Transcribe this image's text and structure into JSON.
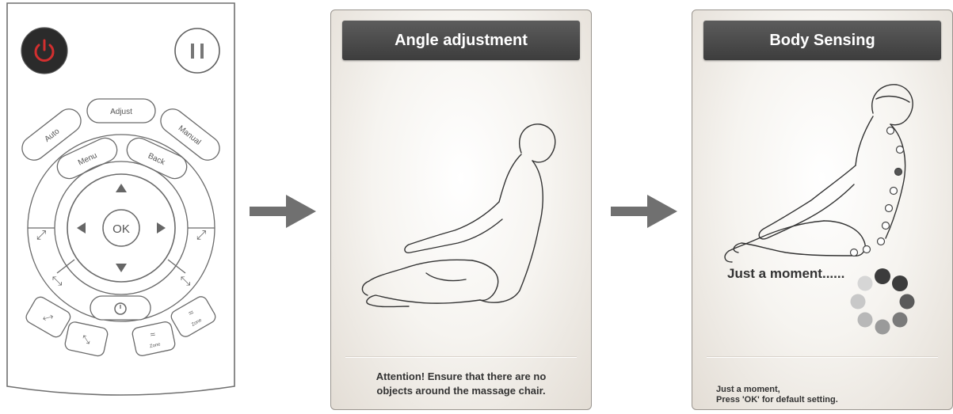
{
  "remote": {
    "power_icon": "power-icon",
    "pause_icon": "pause-icon",
    "buttons": {
      "adjust": "Adjust",
      "auto": "Auto",
      "manual": "Manual",
      "menu": "Menu",
      "back": "Back",
      "ok": "OK",
      "zone_left": "Zone",
      "zone_right": "Zone"
    },
    "colors": {
      "power": "#d32f2f",
      "power_bg": "#2b2b2b"
    }
  },
  "panel_angle": {
    "title": "Angle adjustment",
    "attention": "Attention! Ensure that there are no\nobjects around the massage chair."
  },
  "panel_sensing": {
    "title": "Body Sensing",
    "moment": "Just a moment......",
    "note": "Just a moment,\nPress 'OK' for default setting."
  },
  "colors": {
    "title_bar": "#4a4a4a",
    "arrow": "#707070",
    "spinner_dark": "#3c3c3c",
    "spinner_light": "#d2d2d2"
  }
}
